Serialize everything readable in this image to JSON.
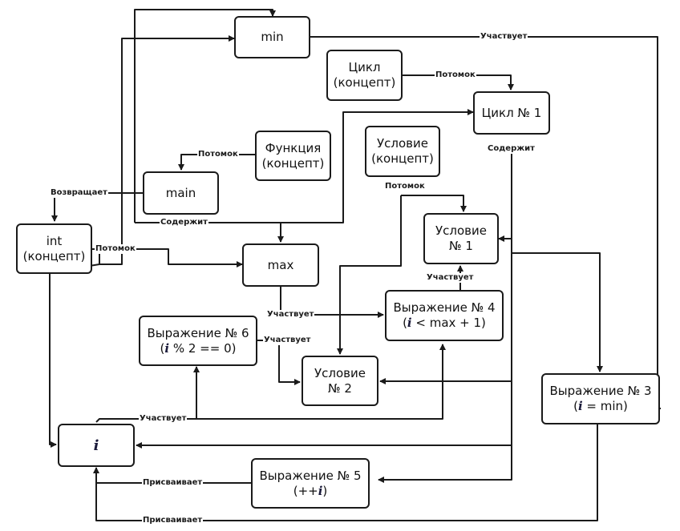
{
  "nodes": {
    "min": {
      "line1": "min"
    },
    "cycle_concept": {
      "line1": "Цикл",
      "line2": "(концепт)"
    },
    "cycle1": {
      "line1": "Цикл № 1"
    },
    "function_concept": {
      "line1": "Функция",
      "line2": "(концепт)"
    },
    "condition_concept": {
      "line1": "Условие",
      "line2": "(концепт)"
    },
    "main": {
      "line1": "main"
    },
    "int_concept": {
      "line1": "int",
      "line2": "(концепт)"
    },
    "max": {
      "line1": "max"
    },
    "condition1": {
      "line1": "Условие",
      "line2": "№ 1"
    },
    "expr4": {
      "line1": "Выражение № 4",
      "line2_pre": "(",
      "var": "i",
      "line2_post": " < max + 1)"
    },
    "expr6": {
      "line1": "Выражение № 6",
      "line2_pre": "(",
      "var": "i",
      "line2_post": " % 2 == 0)"
    },
    "condition2": {
      "line1": "Условие",
      "line2": "№ 2"
    },
    "expr3": {
      "line1": "Выражение № 3",
      "line2_pre": "(",
      "var": "i",
      "line2_post": " = min)"
    },
    "var_i": {
      "var": "i"
    },
    "expr5": {
      "line1": "Выражение № 5",
      "line2_pre": "(++",
      "var": "i",
      "line2_post": ")"
    }
  },
  "edge_labels": {
    "min_participates": "Участвует",
    "cycle_descendant": "Потомок",
    "cycle1_contains": "Содержит",
    "function_descendant": "Потомок",
    "condition_descendant": "Потомок",
    "main_returns": "Возвращает",
    "main_contains": "Содержит",
    "int_descendant": "Потомок",
    "expr4_participates": "Участвует",
    "max_participates": "Участвует",
    "expr6_participates": "Участвует",
    "i_participates": "Участвует",
    "expr5_assigns": "Присваивает",
    "expr3_assigns": "Присваивает"
  },
  "colors": {
    "line": "#1a1a1a",
    "background": "#ffffff",
    "var_i": "#1a1a3a"
  }
}
